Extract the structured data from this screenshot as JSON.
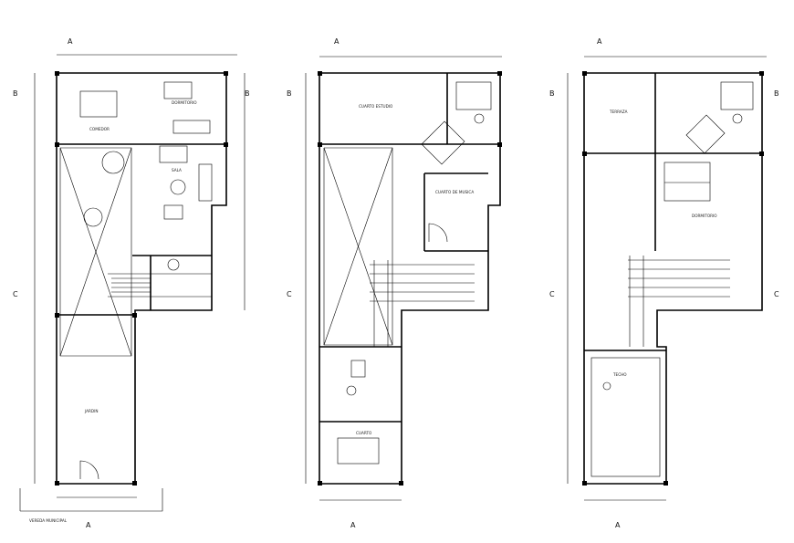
{
  "plans": [
    {
      "rooms": {
        "comedor": "COMEDOR",
        "sala": "SALA",
        "jardin": "JARDIN",
        "room_kitchen": "DORMITORIO"
      },
      "street": "VEREDA MUNICIPAL"
    },
    {
      "rooms": {
        "estudio": "CUARTO ESTUDIO",
        "musica": "CUARTO DE MUSICA",
        "cuarto": "CUARTO"
      }
    },
    {
      "rooms": {
        "terraza": "TERRAZA",
        "dormitorio": "DORMITORIO",
        "techo": "TECHO"
      }
    }
  ],
  "axes": {
    "a": "A",
    "b": "B",
    "c": "C"
  }
}
